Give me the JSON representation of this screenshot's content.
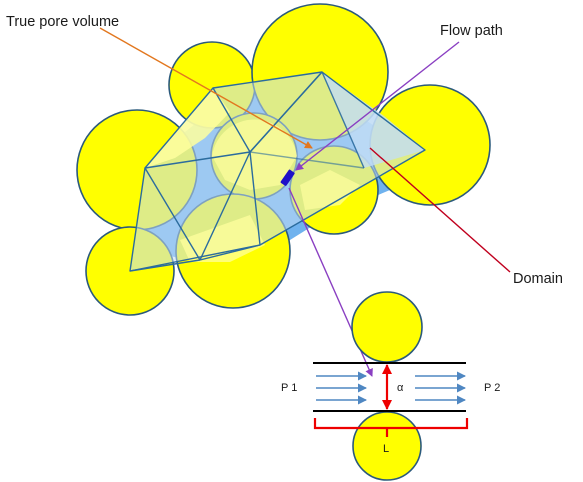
{
  "labels": {
    "true_pore_volume": "True pore volume",
    "flow_path": "Flow path",
    "domain": "Domain",
    "p1": "P 1",
    "p2": "P 2",
    "alpha": "α",
    "length": "L"
  },
  "colors": {
    "grain": "#ffff00",
    "grain_outline": "#2b5a7c",
    "pore": "#6fb2ee",
    "domain_fill": "#c2ddf5",
    "mesh_lines": "#2b6c9e",
    "pore_arrow": "#e2771f",
    "flow_arrow": "#8a3fc2",
    "domain_arrow": "#c0001e",
    "flow_marker": "#1f10c8",
    "flow_arrows": "#4f87c2",
    "aperture_marks": "#ee0000",
    "channel_walls": "#000000"
  }
}
